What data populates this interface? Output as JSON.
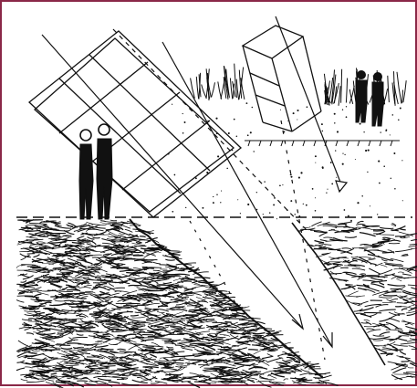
{
  "artwork": {
    "kind": "pen-and-ink sketch",
    "description_visible_text": "",
    "colors": {
      "frame": "#8a2848",
      "ink": "#111111",
      "paper": "#ffffff"
    },
    "elements": [
      "tilted-square-grid-frame",
      "two-standing-figures-left",
      "two-figures-in-grove-right",
      "rectangular-prism-column",
      "converging-projection-arrows",
      "hatched-earth-terraces",
      "ground-horizon-line",
      "grass-tufts-background"
    ]
  }
}
